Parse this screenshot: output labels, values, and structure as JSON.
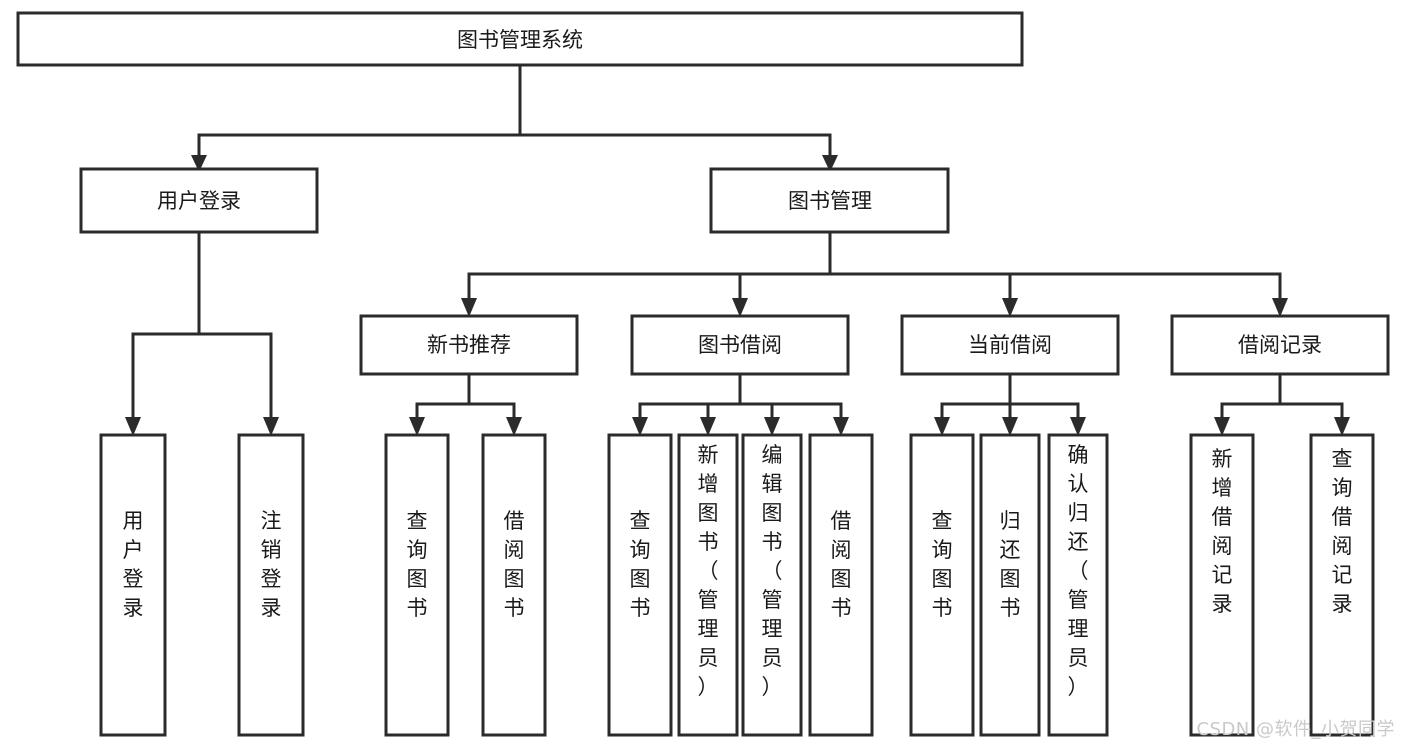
{
  "diagram": {
    "title": "图书管理系统",
    "type": "hierarchy-tree",
    "watermark": "CSDN @软件_小贺同学",
    "root": {
      "id": "root",
      "label": "图书管理系统"
    },
    "level2": [
      {
        "id": "user-login",
        "label": "用户登录"
      },
      {
        "id": "book-manage",
        "label": "图书管理"
      }
    ],
    "level3": [
      {
        "id": "new-book-recommend",
        "label": "新书推荐",
        "parent": "book-manage"
      },
      {
        "id": "book-borrow",
        "label": "图书借阅",
        "parent": "book-manage"
      },
      {
        "id": "current-borrow",
        "label": "当前借阅",
        "parent": "book-manage"
      },
      {
        "id": "borrow-record",
        "label": "借阅记录",
        "parent": "book-manage"
      }
    ],
    "leaves": {
      "user_login": [
        {
          "id": "leaf-user-login",
          "label": "用户登录"
        },
        {
          "id": "leaf-logout",
          "label": "注销登录"
        }
      ],
      "new_book_recommend": [
        {
          "id": "leaf-query-book-1",
          "label": "查询图书"
        },
        {
          "id": "leaf-borrow-book-1",
          "label": "借阅图书"
        }
      ],
      "book_borrow": [
        {
          "id": "leaf-query-book-2",
          "label": "查询图书"
        },
        {
          "id": "leaf-add-book",
          "label": "新增图书（管理员）"
        },
        {
          "id": "leaf-edit-book",
          "label": "编辑图书（管理员）"
        },
        {
          "id": "leaf-borrow-book-2",
          "label": "借阅图书"
        }
      ],
      "current_borrow": [
        {
          "id": "leaf-query-book-3",
          "label": "查询图书"
        },
        {
          "id": "leaf-return-book",
          "label": "归还图书"
        },
        {
          "id": "leaf-confirm-return",
          "label": "确认归还（管理员）"
        }
      ],
      "borrow_record": [
        {
          "id": "leaf-add-record",
          "label": "新增借阅记录"
        },
        {
          "id": "leaf-query-record",
          "label": "查询借阅记录"
        }
      ]
    },
    "colors": {
      "stroke": "#2b2b2b",
      "fill": "#ffffff",
      "text": "#1a1a1a",
      "watermark": "#c9c9c9"
    }
  }
}
